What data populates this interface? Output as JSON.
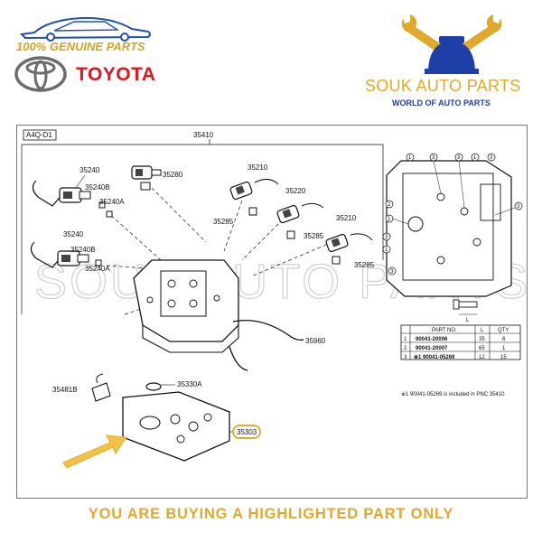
{
  "header": {
    "genuine_text": "100% GENUINE PARTS",
    "brand_text": "TOYOTA",
    "shop_name": "SOUK AUTO PARTS",
    "shop_tagline": "WORLD OF AUTO PARTS"
  },
  "diagram": {
    "section_code": "A4Q-D1",
    "assembly_number": "35410",
    "part_labels": {
      "p35240_a": "35240",
      "p35240b_a": "35240B",
      "p35240a_a": "35240A",
      "p35240_b": "35240",
      "p35240b_b": "35240B",
      "p35240a_b": "35240A",
      "p35280": "35280",
      "p35210_a": "35210",
      "p35220": "35220",
      "p35285_a": "35285",
      "p35285_b": "35285",
      "p35210_b": "35210",
      "p35285_c": "35285",
      "p35960": "35960",
      "p35481b": "35481B",
      "p35330a": "35330A",
      "p35303": "35303",
      "dim_l": "L"
    },
    "callout_numbers": [
      "1",
      "2",
      "3"
    ],
    "watermark": "SOUK AUTO PARTS",
    "footnote": "※1  90041-05269 is included in PNC 35410",
    "highlighted_part": "35303"
  },
  "bolt_table": {
    "headers": [
      "PART NO.",
      "L",
      "QTY"
    ],
    "rows": [
      {
        "ref": "1",
        "part_no": "90041-20006",
        "l": "35",
        "qty": "6"
      },
      {
        "ref": "2",
        "part_no": "90041-20007",
        "l": "65",
        "qty": "1"
      },
      {
        "ref": "3",
        "part_no": "※1 90041-05269",
        "l": "12",
        "qty": "15"
      }
    ]
  },
  "footer": {
    "banner": "YOU ARE BUYING A HIGHLIGHTED PART ONLY"
  },
  "colors": {
    "gold": "#e0a92a",
    "toyota_red": "#e0161e",
    "tagline_blue": "#1f3fa8",
    "highlight_arrow": "#f1c24a",
    "highlight_ring": "#d8b033"
  }
}
